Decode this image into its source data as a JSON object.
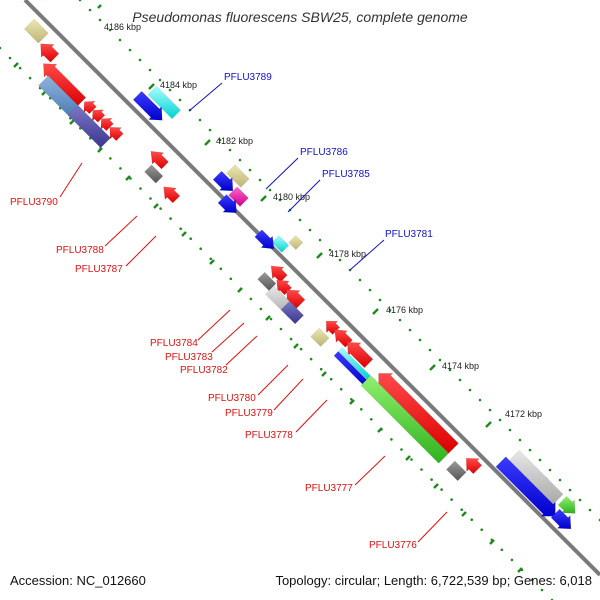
{
  "title": "Pseudomonas fluorescens SBW25, complete genome",
  "footer": {
    "accession": "Accession: NC_012660",
    "summary": "Topology: circular; Length: 6,722,539 bp; Genes: 6,018"
  },
  "colors": {
    "backbone": "#777777",
    "tick": "#1f8a1f",
    "forward_label": "#1010cc",
    "reverse_label": "#dd1111"
  },
  "tick_labels": [
    {
      "id": "t4186",
      "text": "4186 kbp"
    },
    {
      "id": "t4184",
      "text": "4184 kbp"
    },
    {
      "id": "t4182",
      "text": "4182 kbp"
    },
    {
      "id": "t4180",
      "text": "4180 kbp"
    },
    {
      "id": "t4178",
      "text": "4178 kbp"
    },
    {
      "id": "t4176",
      "text": "4176 kbp"
    },
    {
      "id": "t4174",
      "text": "4174 kbp"
    },
    {
      "id": "t4172",
      "text": "4172 kbp"
    }
  ],
  "gene_labels": [
    {
      "id": "g3789",
      "text": "PFLU3789",
      "strand": "forward"
    },
    {
      "id": "g3786",
      "text": "PFLU3786",
      "strand": "forward"
    },
    {
      "id": "g3785",
      "text": "PFLU3785",
      "strand": "forward"
    },
    {
      "id": "g3781",
      "text": "PFLU3781",
      "strand": "forward"
    },
    {
      "id": "g3790",
      "text": "PFLU3790",
      "strand": "reverse"
    },
    {
      "id": "g3788",
      "text": "PFLU3788",
      "strand": "reverse"
    },
    {
      "id": "g3787",
      "text": "PFLU3787",
      "strand": "reverse"
    },
    {
      "id": "g3784",
      "text": "PFLU3784",
      "strand": "reverse"
    },
    {
      "id": "g3783",
      "text": "PFLU3783",
      "strand": "reverse"
    },
    {
      "id": "g3782",
      "text": "PFLU3782",
      "strand": "reverse"
    },
    {
      "id": "g3780",
      "text": "PFLU3780",
      "strand": "reverse"
    },
    {
      "id": "g3779",
      "text": "PFLU3779",
      "strand": "reverse"
    },
    {
      "id": "g3778",
      "text": "PFLU3778",
      "strand": "reverse"
    },
    {
      "id": "g3777",
      "text": "PFLU3777",
      "strand": "reverse"
    },
    {
      "id": "g3776",
      "text": "PFLU3776",
      "strand": "reverse"
    }
  ]
}
